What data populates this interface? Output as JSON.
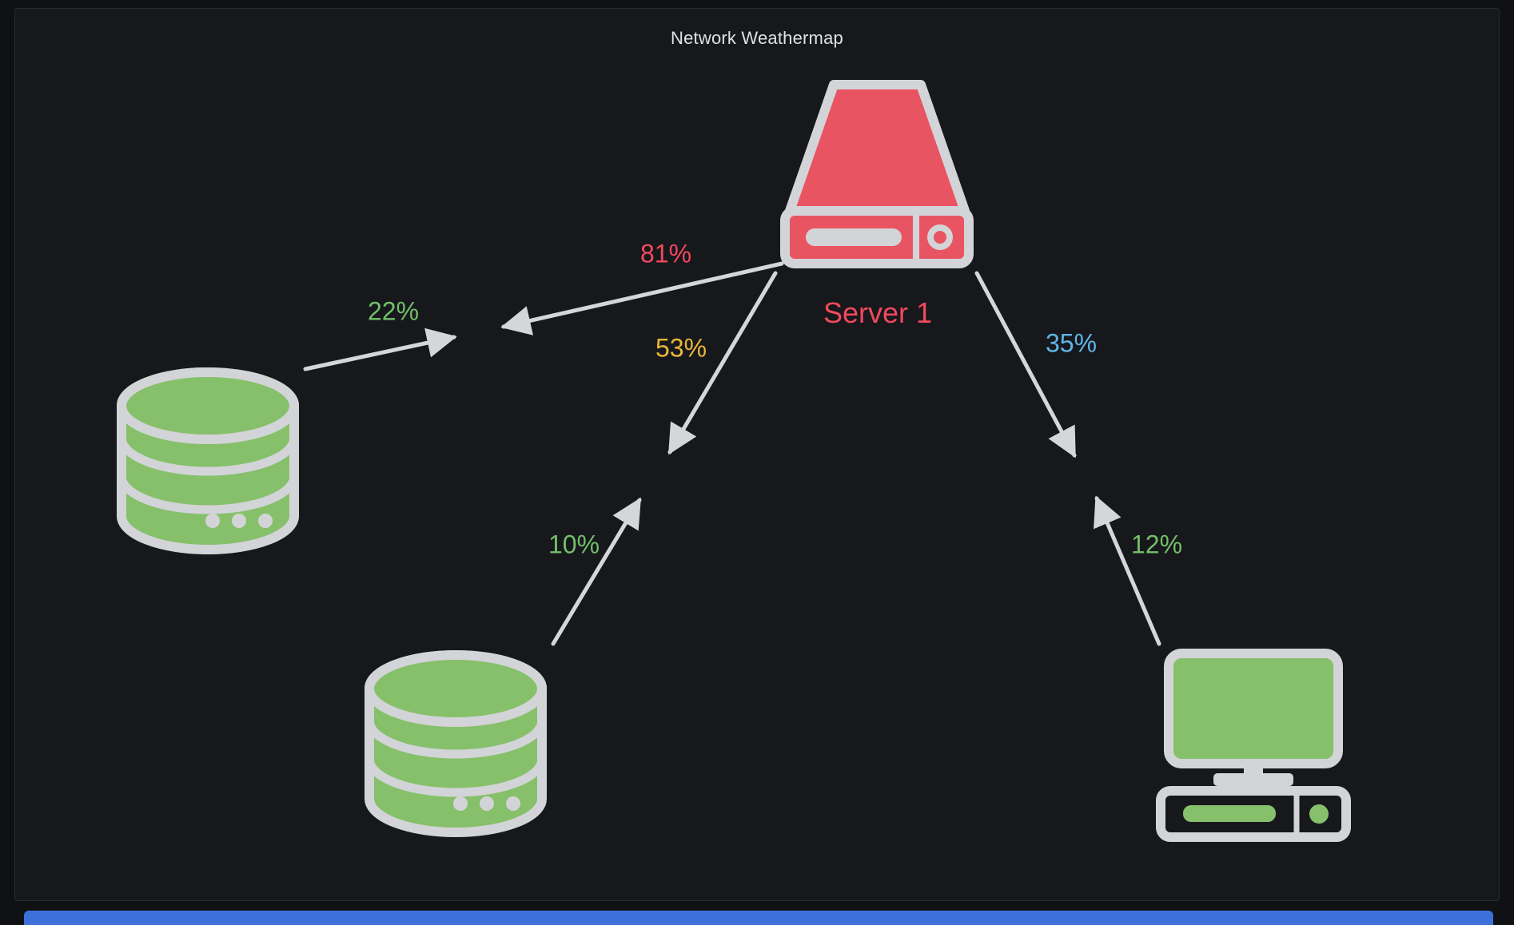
{
  "panel": {
    "title": "Network Weathermap"
  },
  "style": {
    "link_color": "#D5D6DA",
    "icon_outline_color": "#D3D4D8",
    "accent_bar_color": "#3D71D9"
  },
  "nodes": {
    "server": {
      "label": "Server 1",
      "icon": "server-icon",
      "color": "#E95462",
      "label_color": "#F2495C"
    },
    "database_left": {
      "icon": "database-icon",
      "color": "#86C06B"
    },
    "database_bottom": {
      "icon": "database-icon",
      "color": "#86C06B"
    },
    "workstation": {
      "icon": "computer-icon",
      "color": "#86C06B"
    }
  },
  "links": [
    {
      "from": "server",
      "to": "database_left",
      "labels": [
        {
          "text": "81%",
          "color": "#F2495C"
        },
        {
          "text": "22%",
          "color": "#73BF69"
        }
      ]
    },
    {
      "from": "server",
      "to": "database_bottom",
      "labels": [
        {
          "text": "53%",
          "color": "#EAB839"
        },
        {
          "text": "10%",
          "color": "#73BF69"
        }
      ]
    },
    {
      "from": "server",
      "to": "workstation",
      "labels": [
        {
          "text": "35%",
          "color": "#5FB6E8"
        },
        {
          "text": "12%",
          "color": "#73BF69"
        }
      ]
    }
  ]
}
